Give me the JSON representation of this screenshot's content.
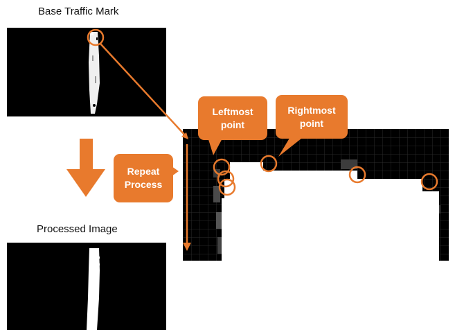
{
  "labels": {
    "base_title": "Base Traffic Mark",
    "processed_title": "Processed Image"
  },
  "callouts": {
    "leftmost": [
      "Leftmost",
      "point"
    ],
    "rightmost": [
      "Rightmost",
      "point"
    ],
    "repeat": [
      "Repeat",
      "Process"
    ]
  },
  "colors": {
    "accent": "#e87a2d",
    "background": "#000000",
    "mark": "#ffffff",
    "grid": "#2a2a2a"
  }
}
